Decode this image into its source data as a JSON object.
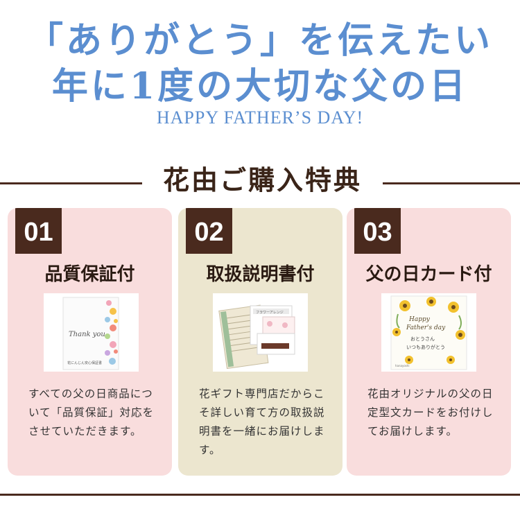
{
  "hero": {
    "line1": "「ありがとう」を伝えたい",
    "line2": "年に1度の大切な父の日",
    "english": "HAPPY FATHER’S DAY!"
  },
  "section": {
    "title": "花由ご購入特典"
  },
  "cards": [
    {
      "number": "01",
      "title": "品質保証付",
      "description": "すべての父の日商品について「品質保証」対応をさせていただきます。",
      "image": {
        "card_text": "Thank you",
        "footer_text": "花にんじん安心保証書"
      }
    },
    {
      "number": "02",
      "title": "取扱説明書付",
      "description": "花ギフト専門店だからこそ詳しい育て方の取扱説明書を一緒にお届けします。",
      "image": {
        "doc_title": "フラワーアレンジ"
      }
    },
    {
      "number": "03",
      "title": "父の日カード付",
      "description": "花由オリジナルの父の日定型文カードをお付けしてお届けします。",
      "image": {
        "script_line1": "Happy",
        "script_line2": "Father's day",
        "message_line1": "おとうさん",
        "message_line2": "いつもありがとう",
        "brand": "hanayoshi"
      }
    }
  ],
  "colors": {
    "hero_blue": "#5b8ed0",
    "brown": "#4a2a1e",
    "pink_card": "#f9dddd",
    "beige_card": "#ece6cf"
  }
}
